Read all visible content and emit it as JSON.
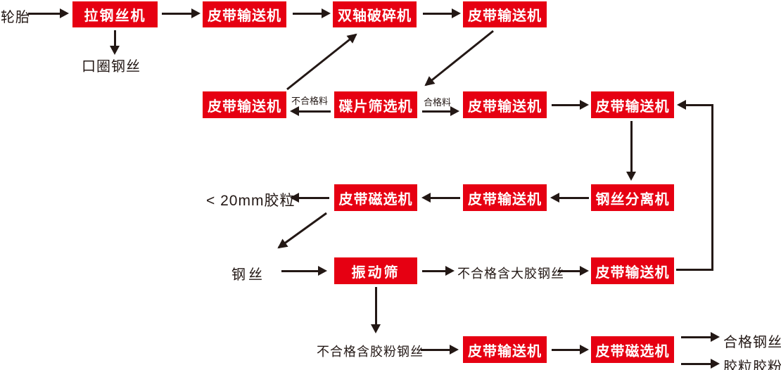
{
  "colors": {
    "box_bg": "#e60012",
    "box_text": "#ffffff",
    "ink": "#231815"
  },
  "boxes": {
    "wire_drawing_machine": "拉钢丝机",
    "belt_conveyor_1": "皮带输送机",
    "double_shaft_crusher": "双轴破碎机",
    "belt_conveyor_2": "皮带输送机",
    "belt_conveyor_3": "皮带输送机",
    "disc_screening_machine": "碟片筛选机",
    "belt_conveyor_4": "皮带输送机",
    "belt_conveyor_5": "皮带输送机",
    "wire_separator": "钢丝分离机",
    "belt_conveyor_6": "皮带输送机",
    "belt_magnetic_separator_1": "皮带磁选机",
    "vibrating_screen": "振动筛",
    "belt_conveyor_7": "皮带输送机",
    "belt_conveyor_8": "皮带输送机",
    "belt_magnetic_separator_2": "皮带磁选机"
  },
  "labels": {
    "tire": "轮胎",
    "bead_ring_wire": "口圈钢丝",
    "unqualified_material": "不合格料",
    "qualified_material": "合格料",
    "under_20mm_rubber_granules": "< 20mm胶粒",
    "steel_wire": "钢丝",
    "unqualified_wire_with_large_rubber": "不合格含大胶钢丝",
    "unqualified_wire_with_rubber_powder": "不合格含胶粉钢丝",
    "qualified_steel_wire": "合格钢丝",
    "rubber_granules_and_powder": "胶粒胶粉"
  }
}
